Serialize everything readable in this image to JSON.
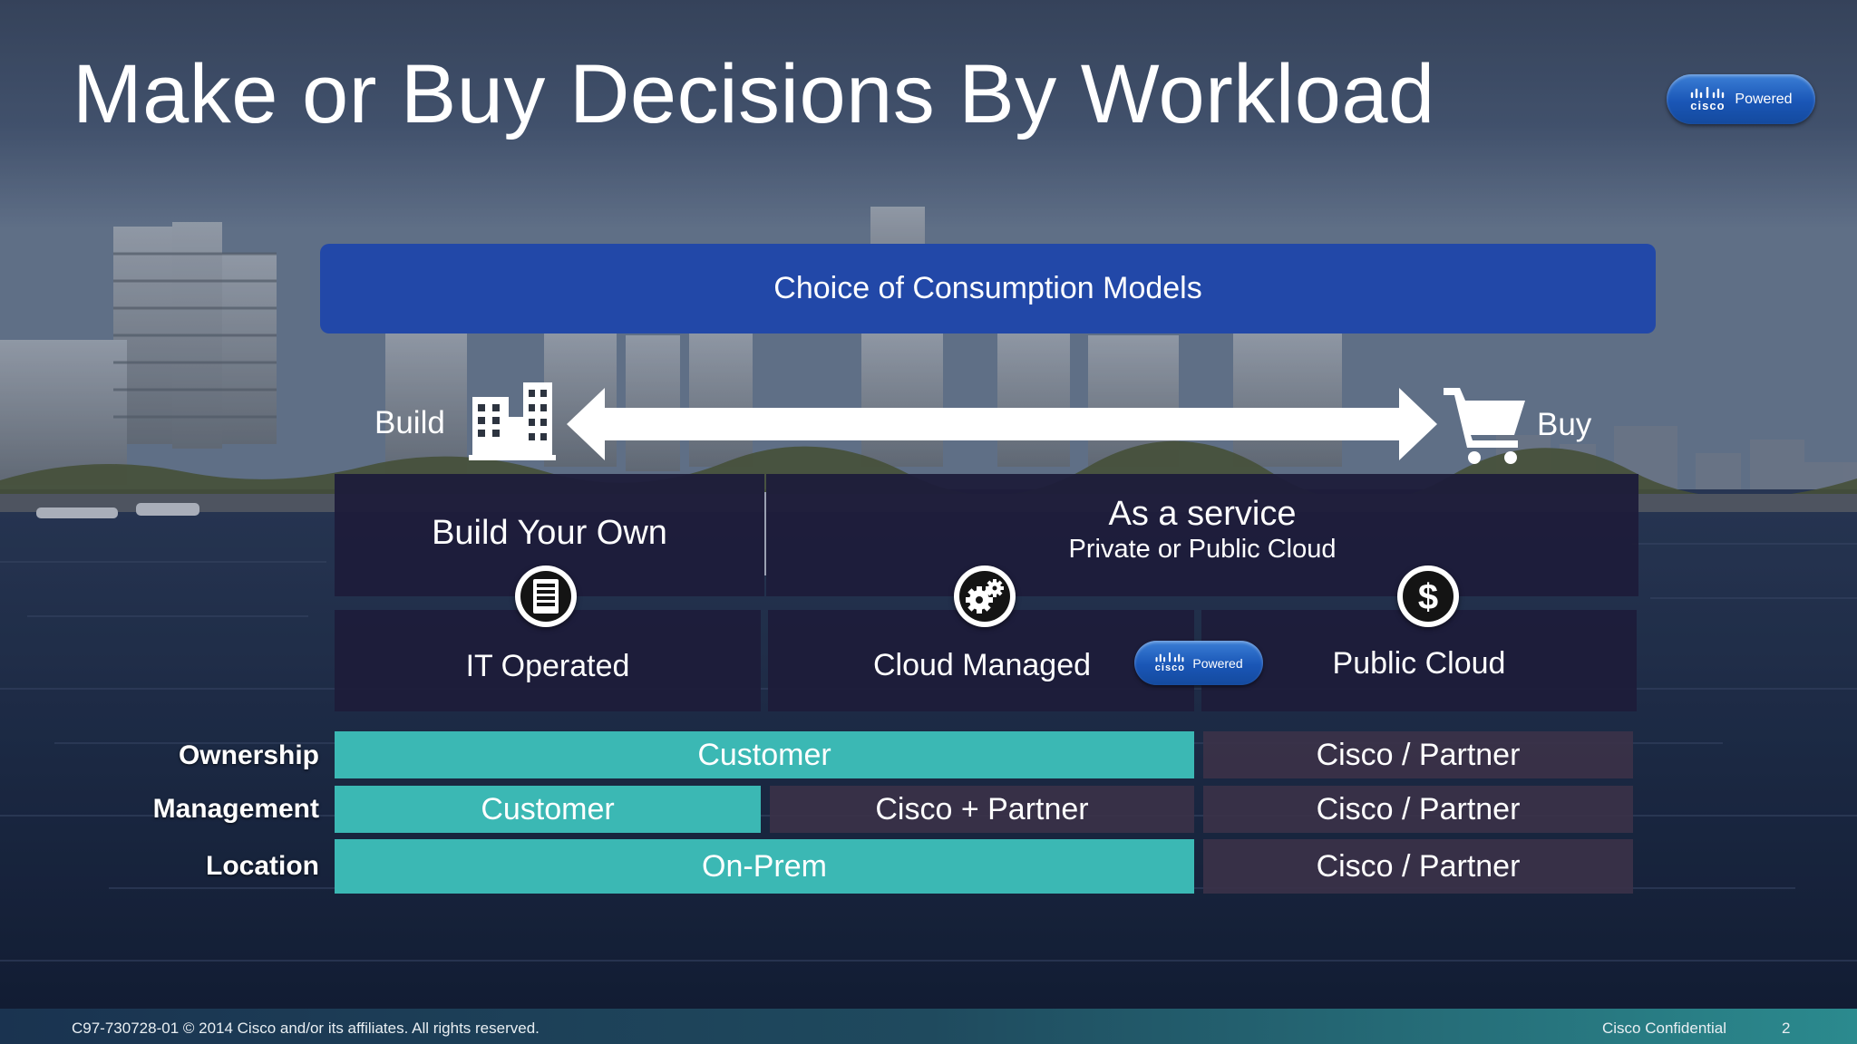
{
  "title": "Make or Buy Decisions By Workload",
  "badge": {
    "logo_text": "cisco",
    "label": "Powered"
  },
  "banner": "Choice of Consumption Models",
  "spectrum": {
    "left_label": "Build",
    "right_label": "Buy"
  },
  "models": {
    "build_your_own": "Build Your Own",
    "as_a_service": "As a service",
    "as_a_service_sub": "Private or Public Cloud",
    "it_operated": "IT Operated",
    "cloud_managed": "Cloud Managed",
    "public_cloud": "Public Cloud"
  },
  "rows": {
    "ownership": {
      "label": "Ownership",
      "customer": "Customer",
      "cisco": "Cisco / Partner"
    },
    "management": {
      "label": "Management",
      "customer": "Customer",
      "cisco_partner": "Cisco + Partner",
      "cisco": "Cisco / Partner"
    },
    "location": {
      "label": "Location",
      "onprem": "On-Prem",
      "cisco": "Cisco / Partner"
    }
  },
  "footer": {
    "copyright": "C97-730728-01 © 2014  Cisco and/or its affiliates. All rights reserved.",
    "confidential": "Cisco Confidential",
    "page": "2"
  },
  "colors": {
    "banner": "#2248a8",
    "teal": "#3bb8b4",
    "dark_cell": "#3a3248",
    "panel": "#1e1c3a"
  },
  "icons": [
    "building-icon",
    "shopping-cart-icon",
    "server-icon",
    "gears-icon",
    "dollar-icon",
    "cisco-logo-icon"
  ]
}
